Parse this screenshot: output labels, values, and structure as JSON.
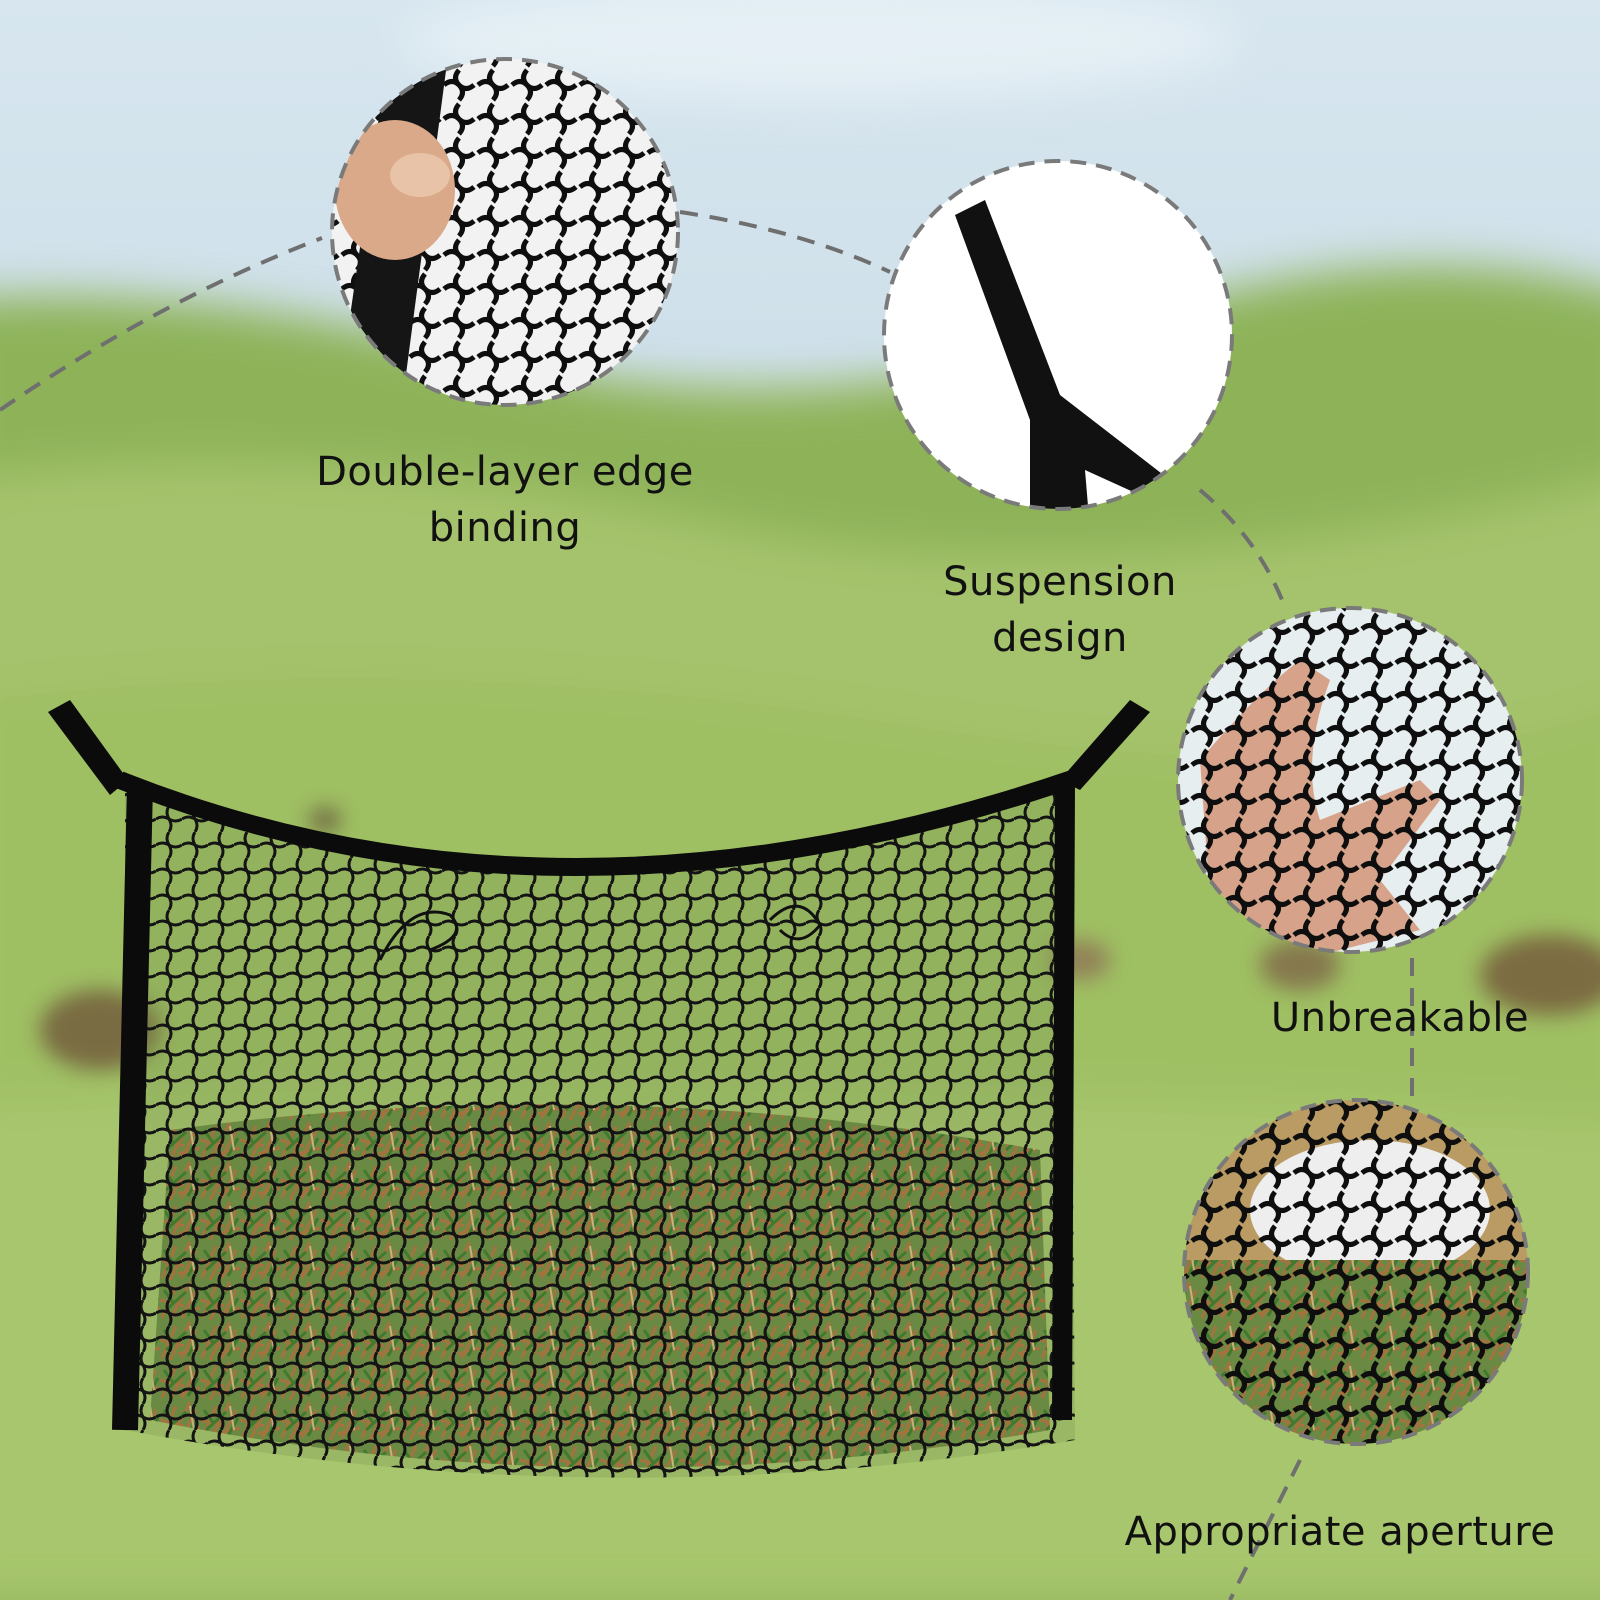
{
  "callouts": {
    "edge_binding": {
      "line1": "Double-layer edge",
      "line2": "binding"
    },
    "suspension": {
      "line1": "Suspension",
      "line2": "design"
    },
    "unbreakable": {
      "line1": "Unbreakable"
    },
    "aperture": {
      "line1": "Appropriate aperture"
    }
  },
  "colors": {
    "sky_top": "#cfe0ea",
    "hill_green": "#8fb35e",
    "field_green": "#a8c46e",
    "net_black": "#111111",
    "hay_green": "#4f8a3a",
    "hay_brown": "#9a6a3e",
    "circle_border": "#7a7a7a"
  }
}
